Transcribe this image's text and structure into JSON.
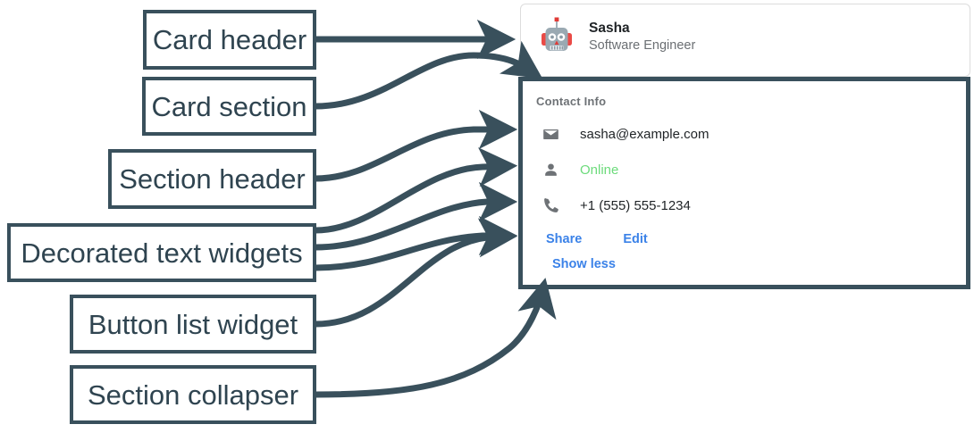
{
  "annotations": {
    "items": [
      {
        "label": "Card header",
        "name": "callout-card-header"
      },
      {
        "label": "Card section",
        "name": "callout-card-section"
      },
      {
        "label": "Section header",
        "name": "callout-section-header"
      },
      {
        "label": "Decorated text widgets",
        "name": "callout-decorated-text-widgets"
      },
      {
        "label": "Button list widget",
        "name": "callout-button-list-widget"
      },
      {
        "label": "Section collapser",
        "name": "callout-section-collapser"
      }
    ],
    "color": "#39505c"
  },
  "card": {
    "header": {
      "avatar_icon": "robot-avatar-icon",
      "title": "Sasha",
      "subtitle": "Software Engineer"
    },
    "section": {
      "header": "Contact Info",
      "rows": [
        {
          "icon": "email-icon",
          "text": "sasha@example.com",
          "color": "#1f2326"
        },
        {
          "icon": "person-icon",
          "text": "Online",
          "color": "#6cdb7b"
        },
        {
          "icon": "phone-icon",
          "text": "+1 (555) 555-1234",
          "color": "#1f2326"
        }
      ],
      "buttons": [
        {
          "label": "Share"
        },
        {
          "label": "Edit"
        }
      ],
      "collapser": {
        "label": "Show less"
      }
    }
  },
  "colors": {
    "annotation": "#39505c",
    "link": "#3b82e8",
    "online": "#6cdb7b",
    "muted": "#6e7276",
    "card_border": "#dcdcdc"
  }
}
